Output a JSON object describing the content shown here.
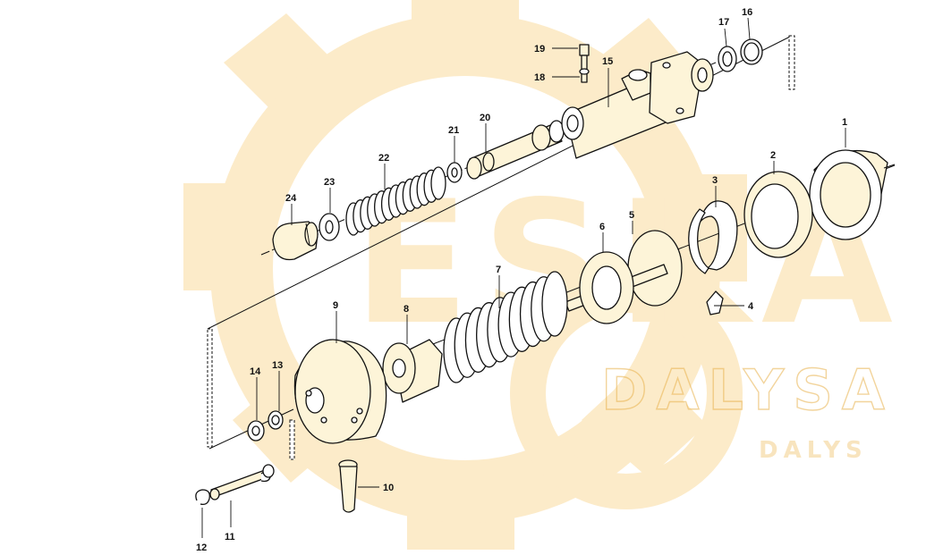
{
  "watermark": {
    "brand_big": "ESKA",
    "brand_mid": "DALYSA",
    "brand_small": "DALYS",
    "color": "#f6c25a"
  },
  "callouts": {
    "c1": "1",
    "c2": "2",
    "c3": "3",
    "c4": "4",
    "c5": "5",
    "c6": "6",
    "c7": "7",
    "c8": "8",
    "c9": "9",
    "c10": "10",
    "c11": "11",
    "c12": "12",
    "c13": "13",
    "c14": "14",
    "c15": "15",
    "c16": "16",
    "c17": "17",
    "c18": "18",
    "c19": "19",
    "c20": "20",
    "c21": "21",
    "c22": "22",
    "c23": "23",
    "c24": "24"
  }
}
